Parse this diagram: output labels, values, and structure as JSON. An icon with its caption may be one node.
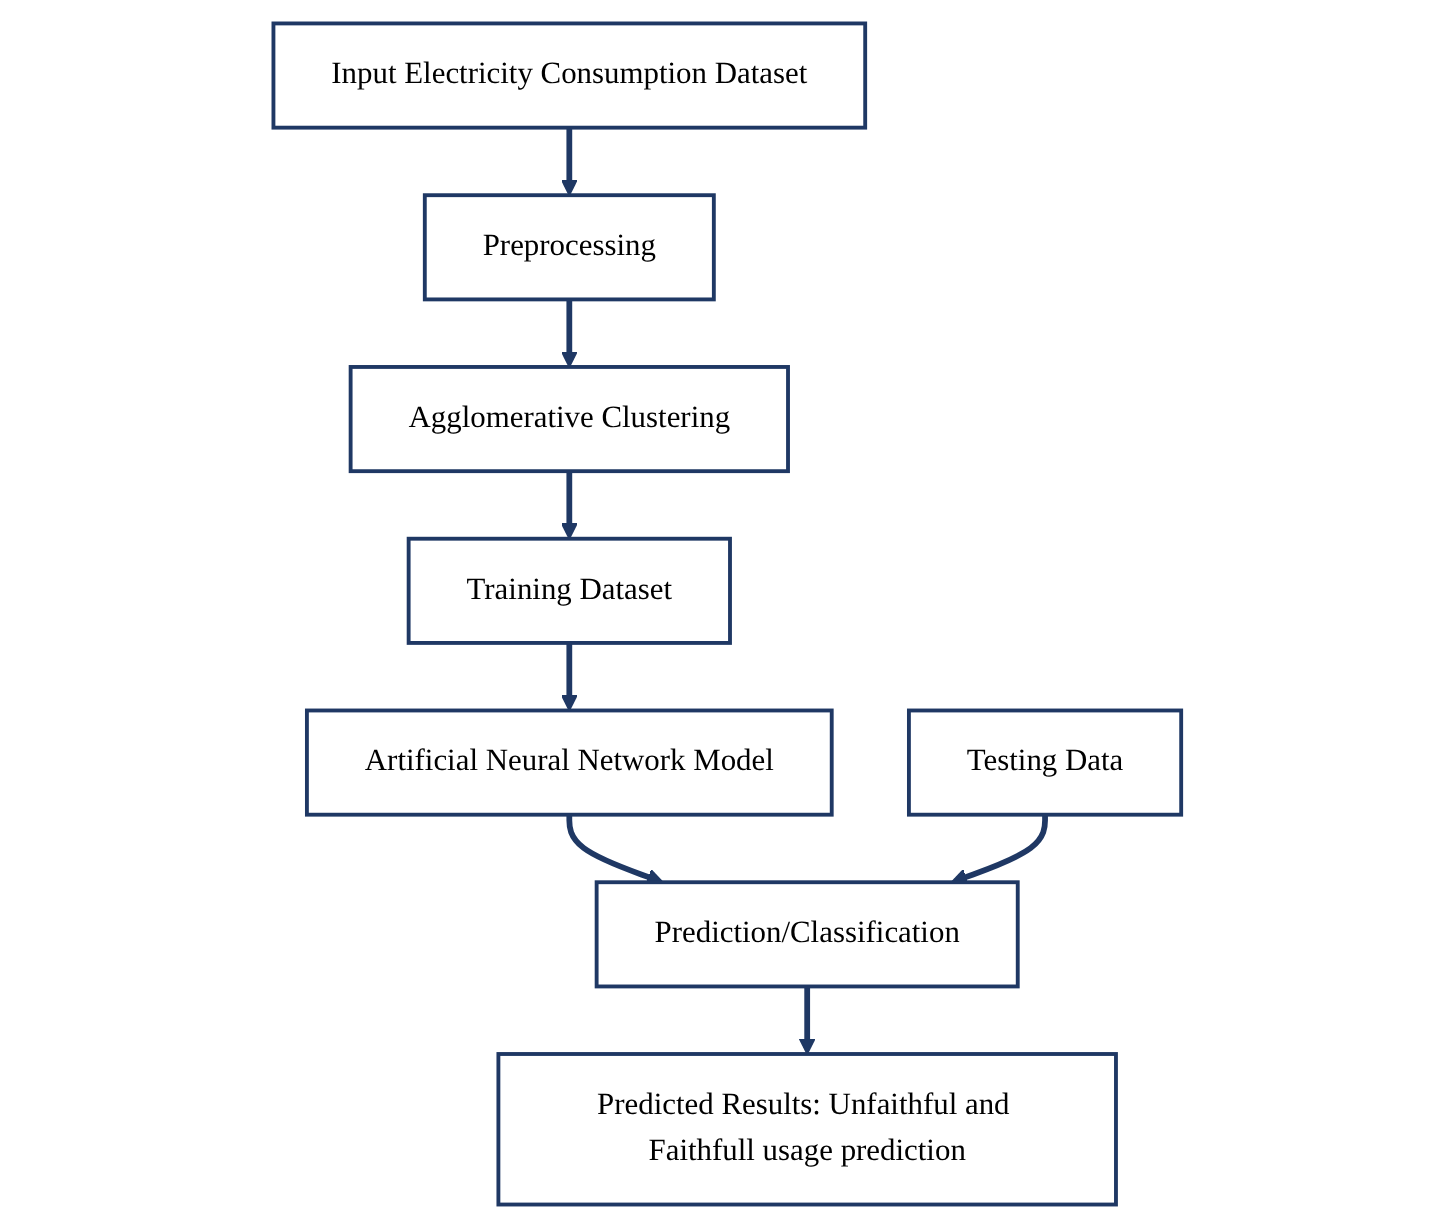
{
  "diagram": {
    "nodes": [
      {
        "text": [
          "Input Electricity Consumption Dataset"
        ]
      },
      {
        "text": [
          "Preprocessing"
        ]
      },
      {
        "text": [
          "Agglomerative Clustering"
        ]
      },
      {
        "text": [
          "Training Dataset"
        ]
      },
      {
        "text": [
          "Artificial Neural Network Model"
        ]
      },
      {
        "text": [
          "Prediction/Classification"
        ]
      },
      {
        "text": [
          "Testing Data"
        ]
      },
      {
        "text": [
          "Predicted Results: Unfaithful and Faithfull usage prediction"
        ]
      }
    ],
    "edges": [
      {
        "from": 0,
        "to": 1,
        "arrow": "to"
      },
      {
        "from": 1,
        "to": 2,
        "arrow": "to"
      },
      {
        "from": 2,
        "to": 3,
        "arrow": "to"
      },
      {
        "from": 3,
        "to": 4,
        "arrow": "to"
      },
      {
        "from": 4,
        "to": 5,
        "arrow": "to"
      },
      {
        "from": 6,
        "to": 5,
        "arrow": "to"
      },
      {
        "from": 5,
        "to": 7,
        "arrow": "to"
      }
    ]
  }
}
